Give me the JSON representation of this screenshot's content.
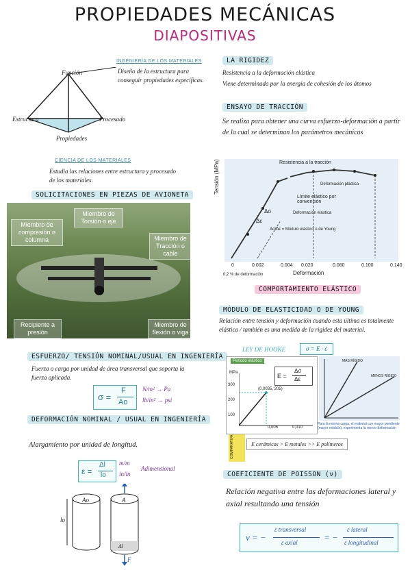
{
  "header": {
    "title": "PROPIEDADES MECÁNICAS",
    "subtitle": "DIAPOSITIVAS"
  },
  "triangle": {
    "funcion": "Función",
    "estructura": "Estructura",
    "procesado": "Procesado",
    "propiedades": "Propiedades",
    "ing_label": "INGENIERÍA DE LOS MATERIALES",
    "ing_text": "Diseño de la estructura para conseguir propiedades específicas.",
    "ciencia_label": "CIENCIA DE LOS MATERIALES",
    "ciencia_text": "Estudia las relaciones entre estructura y procesado de los materiales."
  },
  "solicitaciones": {
    "heading": "SOLICITACIONES EN PIEZAS DE AVIONETA",
    "labels": [
      "Miembro de compresión o columna",
      "Miembro de Torsión o eje",
      "Miembro de Tracción o cable",
      "Recipiente a presión",
      "Miembro de flexión o viga"
    ]
  },
  "esfuerzo": {
    "heading": "ESFUERZO/ TENSIÓN NOMINAL/USUAL EN INGENIERÍA",
    "text": "Fuerza o carga por unidad de área transversal que soporta la fuerza aplicada.",
    "formula_left": "σ =",
    "formula_num": "F",
    "formula_den": "Ao",
    "unit1": "N/m² → Pa",
    "unit2": "lb/in² → psi"
  },
  "deformacion": {
    "heading": "DEFORMACIÓN NOMINAL / USUAL EN INGENIERÍA",
    "text": "Alargamiento por unidad de longitud.",
    "formula_left": "ε =",
    "formula_num": "Δl",
    "formula_den": "lo",
    "unit_top": "m/m",
    "unit_bottom": "in/in",
    "unit_note": "Adimensional",
    "cyl1": "Ao",
    "cyl2": "A",
    "len": "lo",
    "delta": "Δl",
    "force": "F"
  },
  "rigidez": {
    "heading": "LA RIGIDEZ",
    "line1": "Resistencia a la deformación elástica",
    "line2": "Viene determinada por la energía de cohesión de los átomos"
  },
  "ensayo": {
    "heading": "ENSAYO DE TRACCIÓN",
    "text": "Se realiza para obtener una curva esfuerzo-deformación a partir de la cual se determinan los parámetros mecánicos"
  },
  "chart_data": {
    "type": "line",
    "title": "",
    "xlabel": "Deformación",
    "ylabel": "Tensión (MPa)",
    "x_ticks": [
      "0",
      "0.002",
      "0.004",
      "0.020",
      "0.060",
      "0.100",
      "0.140"
    ],
    "annotations": [
      "Resistencia a la tracción",
      "Deformación plástica",
      "Límite elástico por convención",
      "Deformación elástica",
      "Δσ",
      "Δε",
      "Δσ/Δε = Módulo elástico o de Young",
      "0,2 % de deformación"
    ],
    "grid": false
  },
  "elastico": {
    "heading": "COMPORTAMIENTO ELÁSTICO"
  },
  "modulo": {
    "heading": "MÓDULO DE ELASTICIDAD O DE YOUNG",
    "text": "Relación entre tensión y deformación cuando esta última es totalmente elástica / también es una medida de la rigidez del material.",
    "hooke_label": "LEY DE HOOKE",
    "hooke_formula": "σ = E · ε",
    "inset_title": "Periodo elástico",
    "inset_ylabel": "MPa",
    "inset_point": "(0,0035, 205)",
    "inset_formula_left": "E =",
    "inset_formula_num": "Δσ",
    "inset_formula_den": "Δε",
    "inset_ticks_y": [
      "300",
      "200",
      "100"
    ],
    "inset_ticks_x": [
      "0,005",
      "0,010"
    ],
    "right_labels": [
      "MÁS RÍGIDO",
      "MENOS RÍGIDO"
    ],
    "right_caption": "Para la misma carga, el material con mayor pendiente (mayor módulo), experimenta la menor deformación",
    "compare_tag": "COMPARATIVA",
    "compare_text": "E cerámicos > E metales >> E polímeros"
  },
  "poisson": {
    "heading": "COEFICIENTE DE POISSON (ν)",
    "text": "Relación negativa entre las deformaciones lateral y axial resultando una tensión",
    "formula_left": "ν = −",
    "f1_num": "ε transversal",
    "f1_den": "ε axial",
    "f2_eq": "= −",
    "f2_num": "ε lateral",
    "f2_den": "ε longitudinal"
  },
  "colors": {
    "accent_pink": "#c2257a",
    "teal": "#3cb4b4",
    "purple": "#7a2f9e"
  }
}
